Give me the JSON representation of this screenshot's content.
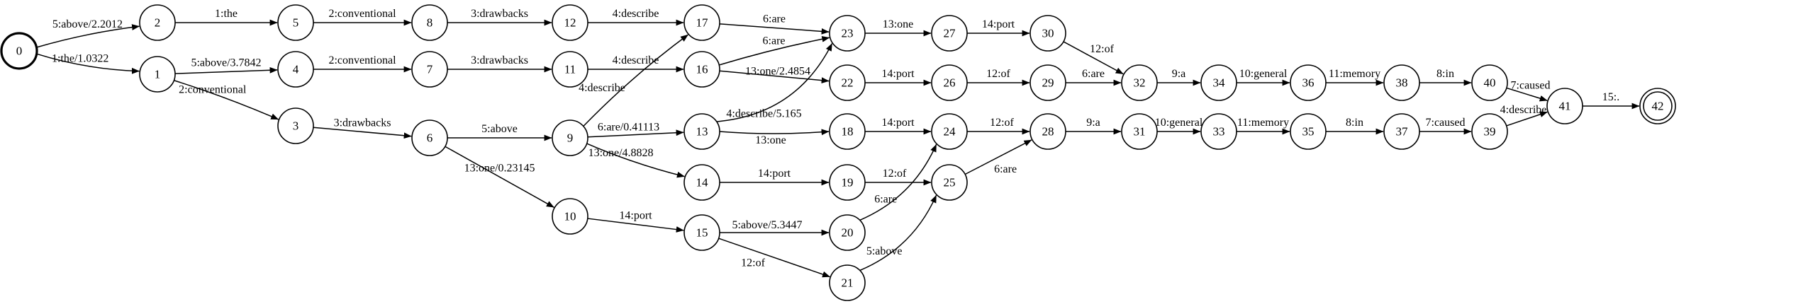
{
  "graph": {
    "start_state": "0",
    "final_state": "42",
    "states": [
      "0",
      "1",
      "2",
      "3",
      "4",
      "5",
      "6",
      "7",
      "8",
      "9",
      "10",
      "11",
      "12",
      "13",
      "14",
      "15",
      "16",
      "17",
      "18",
      "19",
      "20",
      "21",
      "22",
      "23",
      "24",
      "25",
      "26",
      "27",
      "28",
      "29",
      "30",
      "31",
      "32",
      "33",
      "34",
      "35",
      "36",
      "37",
      "38",
      "39",
      "40",
      "41",
      "42"
    ],
    "transitions": [
      {
        "from": "0",
        "to": "2",
        "label": "5:above/2.2012"
      },
      {
        "from": "0",
        "to": "1",
        "label": "1:the/1.0322"
      },
      {
        "from": "2",
        "to": "5",
        "label": "1:the"
      },
      {
        "from": "5",
        "to": "8",
        "label": "2:conventional"
      },
      {
        "from": "8",
        "to": "12",
        "label": "3:drawbacks"
      },
      {
        "from": "12",
        "to": "17",
        "label": "4:describe"
      },
      {
        "from": "17",
        "to": "23",
        "label": "6:are"
      },
      {
        "from": "1",
        "to": "4",
        "label": "5:above/3.7842"
      },
      {
        "from": "1",
        "to": "3",
        "label": "2:conventional"
      },
      {
        "from": "4",
        "to": "7",
        "label": "2:conventional"
      },
      {
        "from": "7",
        "to": "11",
        "label": "3:drawbacks"
      },
      {
        "from": "11",
        "to": "16",
        "label": "4:describe"
      },
      {
        "from": "16",
        "to": "23",
        "label": "6:are"
      },
      {
        "from": "16",
        "to": "22",
        "label": "13:one/2.4854"
      },
      {
        "from": "3",
        "to": "6",
        "label": "3:drawbacks"
      },
      {
        "from": "6",
        "to": "9",
        "label": "5:above"
      },
      {
        "from": "6",
        "to": "10",
        "label": "13:one/0.23145"
      },
      {
        "from": "9",
        "to": "17",
        "label": "4:describe"
      },
      {
        "from": "9",
        "to": "13",
        "label": "6:are/0.41113"
      },
      {
        "from": "9",
        "to": "14",
        "label": "13:one/4.8828"
      },
      {
        "from": "13",
        "to": "23",
        "label": "4:describe/5.165"
      },
      {
        "from": "13",
        "to": "18",
        "label": "13:one"
      },
      {
        "from": "14",
        "to": "19",
        "label": "14:port"
      },
      {
        "from": "10",
        "to": "15",
        "label": "14:port"
      },
      {
        "from": "15",
        "to": "20",
        "label": "5:above/5.3447"
      },
      {
        "from": "15",
        "to": "21",
        "label": "12:of"
      },
      {
        "from": "23",
        "to": "27",
        "label": "13:one"
      },
      {
        "from": "27",
        "to": "30",
        "label": "14:port"
      },
      {
        "from": "30",
        "to": "32",
        "label": "12:of"
      },
      {
        "from": "22",
        "to": "26",
        "label": "14:port"
      },
      {
        "from": "26",
        "to": "29",
        "label": "12:of"
      },
      {
        "from": "29",
        "to": "32",
        "label": "6:are"
      },
      {
        "from": "32",
        "to": "34",
        "label": "9:a"
      },
      {
        "from": "34",
        "to": "36",
        "label": "10:general"
      },
      {
        "from": "36",
        "to": "38",
        "label": "11:memory"
      },
      {
        "from": "38",
        "to": "40",
        "label": "8:in"
      },
      {
        "from": "40",
        "to": "41",
        "label": "7:caused"
      },
      {
        "from": "18",
        "to": "24",
        "label": "14:port"
      },
      {
        "from": "19",
        "to": "25",
        "label": "12:of"
      },
      {
        "from": "20",
        "to": "24",
        "label": "6:are"
      },
      {
        "from": "21",
        "to": "25",
        "label": "5:above"
      },
      {
        "from": "24",
        "to": "28",
        "label": "12:of"
      },
      {
        "from": "25",
        "to": "28",
        "label": "6:are"
      },
      {
        "from": "28",
        "to": "31",
        "label": "9:a"
      },
      {
        "from": "31",
        "to": "33",
        "label": "10:general"
      },
      {
        "from": "33",
        "to": "35",
        "label": "11:memory"
      },
      {
        "from": "35",
        "to": "37",
        "label": "8:in"
      },
      {
        "from": "37",
        "to": "39",
        "label": "7:caused"
      },
      {
        "from": "39",
        "to": "41",
        "label": "4:describe"
      },
      {
        "from": "41",
        "to": "42",
        "label": "15:."
      }
    ]
  }
}
